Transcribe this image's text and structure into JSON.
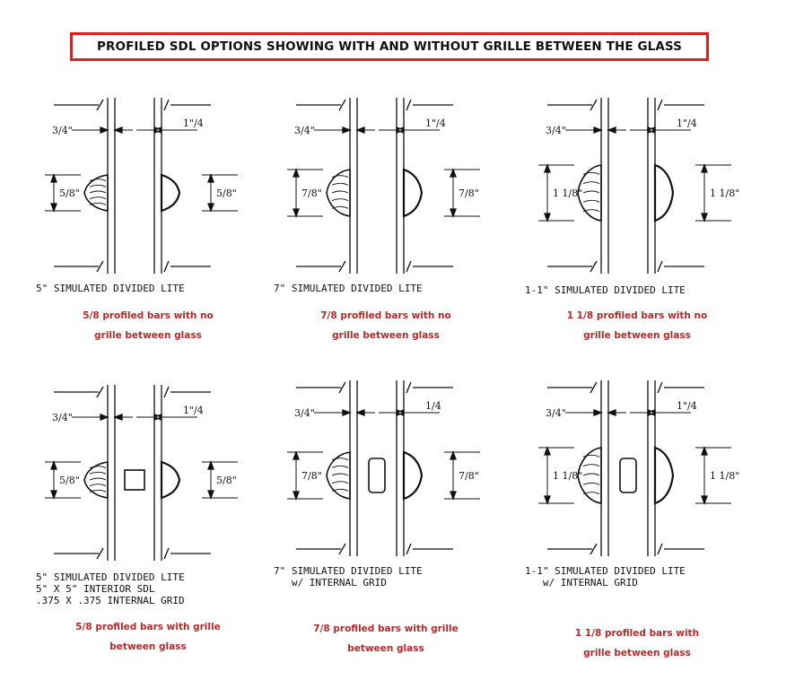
{
  "title": "PROFILED SDL OPTIONS SHOWING WITH AND WITHOUT GRILLE BETWEEN THE GLASS",
  "panels": [
    {
      "id": "p1",
      "size": "5/8",
      "caption_lines": [
        "5\" SIMULATED DIVIDED LITE"
      ],
      "fraction_prefix": "5/8",
      "dims": {
        "top_left": "3/4\"",
        "top_right": "1\"/4",
        "left_height": "5/8\"",
        "right_height": "5/8\""
      },
      "note_lines": [
        "5/8 profiled bars with no",
        "grille between glass"
      ],
      "grille": false
    },
    {
      "id": "p2",
      "size": "7/8",
      "caption_lines": [
        "7\" SIMULATED DIVIDED LITE"
      ],
      "fraction_prefix": "7/8",
      "dims": {
        "top_left": "3/4\"",
        "top_right": "1\"/4",
        "left_height": "7/8\"",
        "right_height": "7/8\""
      },
      "note_lines": [
        "7/8 profiled bars with no",
        "grille between glass"
      ],
      "grille": false
    },
    {
      "id": "p3",
      "size": "1 1/8",
      "caption_lines": [
        "1-1\" SIMULATED DIVIDED LITE"
      ],
      "fraction_prefix": "1 1/8",
      "dims": {
        "top_left": "3/4\"",
        "top_right": "1\"/4",
        "left_height": "1 1/8\"",
        "right_height": "1 1/8\""
      },
      "note_lines": [
        "1 1/8 profiled bars with no",
        "grille between glass"
      ],
      "grille": false
    },
    {
      "id": "p4",
      "size": "5/8",
      "caption_lines": [
        "5\" SIMULATED DIVIDED LITE",
        "5\" X 5\" INTERIOR SDL",
        ".375 X .375 INTERNAL GRID"
      ],
      "fraction_prefix": "5/8",
      "dims": {
        "top_left": "3/4\"",
        "top_right": "1\"/4",
        "left_height": "5/8\"",
        "right_height": "5/8\""
      },
      "note_lines": [
        "5/8 profiled bars with  grille",
        "between glass"
      ],
      "grille": true
    },
    {
      "id": "p5",
      "size": "7/8",
      "caption_lines": [
        "7\" SIMULATED DIVIDED LITE",
        "   w/ INTERNAL GRID"
      ],
      "fraction_prefix": "7/8",
      "dims": {
        "top_left": "3/4\"",
        "top_right": "1/4",
        "left_height": "7/8\"",
        "right_height": "7/8\""
      },
      "note_lines": [
        "7/8 profiled bars with grille",
        "between glass"
      ],
      "grille": true
    },
    {
      "id": "p6",
      "size": "1 1/8",
      "caption_lines": [
        "1-1\" SIMULATED DIVIDED LITE",
        "   w/ INTERNAL GRID"
      ],
      "fraction_prefix": "1 1/8",
      "dims": {
        "top_left": "3/4\"",
        "top_right": "1\"/4",
        "left_height": "1 1/8\"",
        "right_height": "1 1/8\""
      },
      "note_lines": [
        "1 1/8 profiled bars with",
        "grille between glass"
      ],
      "grille": true
    }
  ],
  "colors": {
    "title_border": "#e41e1e",
    "note_text": "#b22a2a",
    "line": "#111111"
  }
}
